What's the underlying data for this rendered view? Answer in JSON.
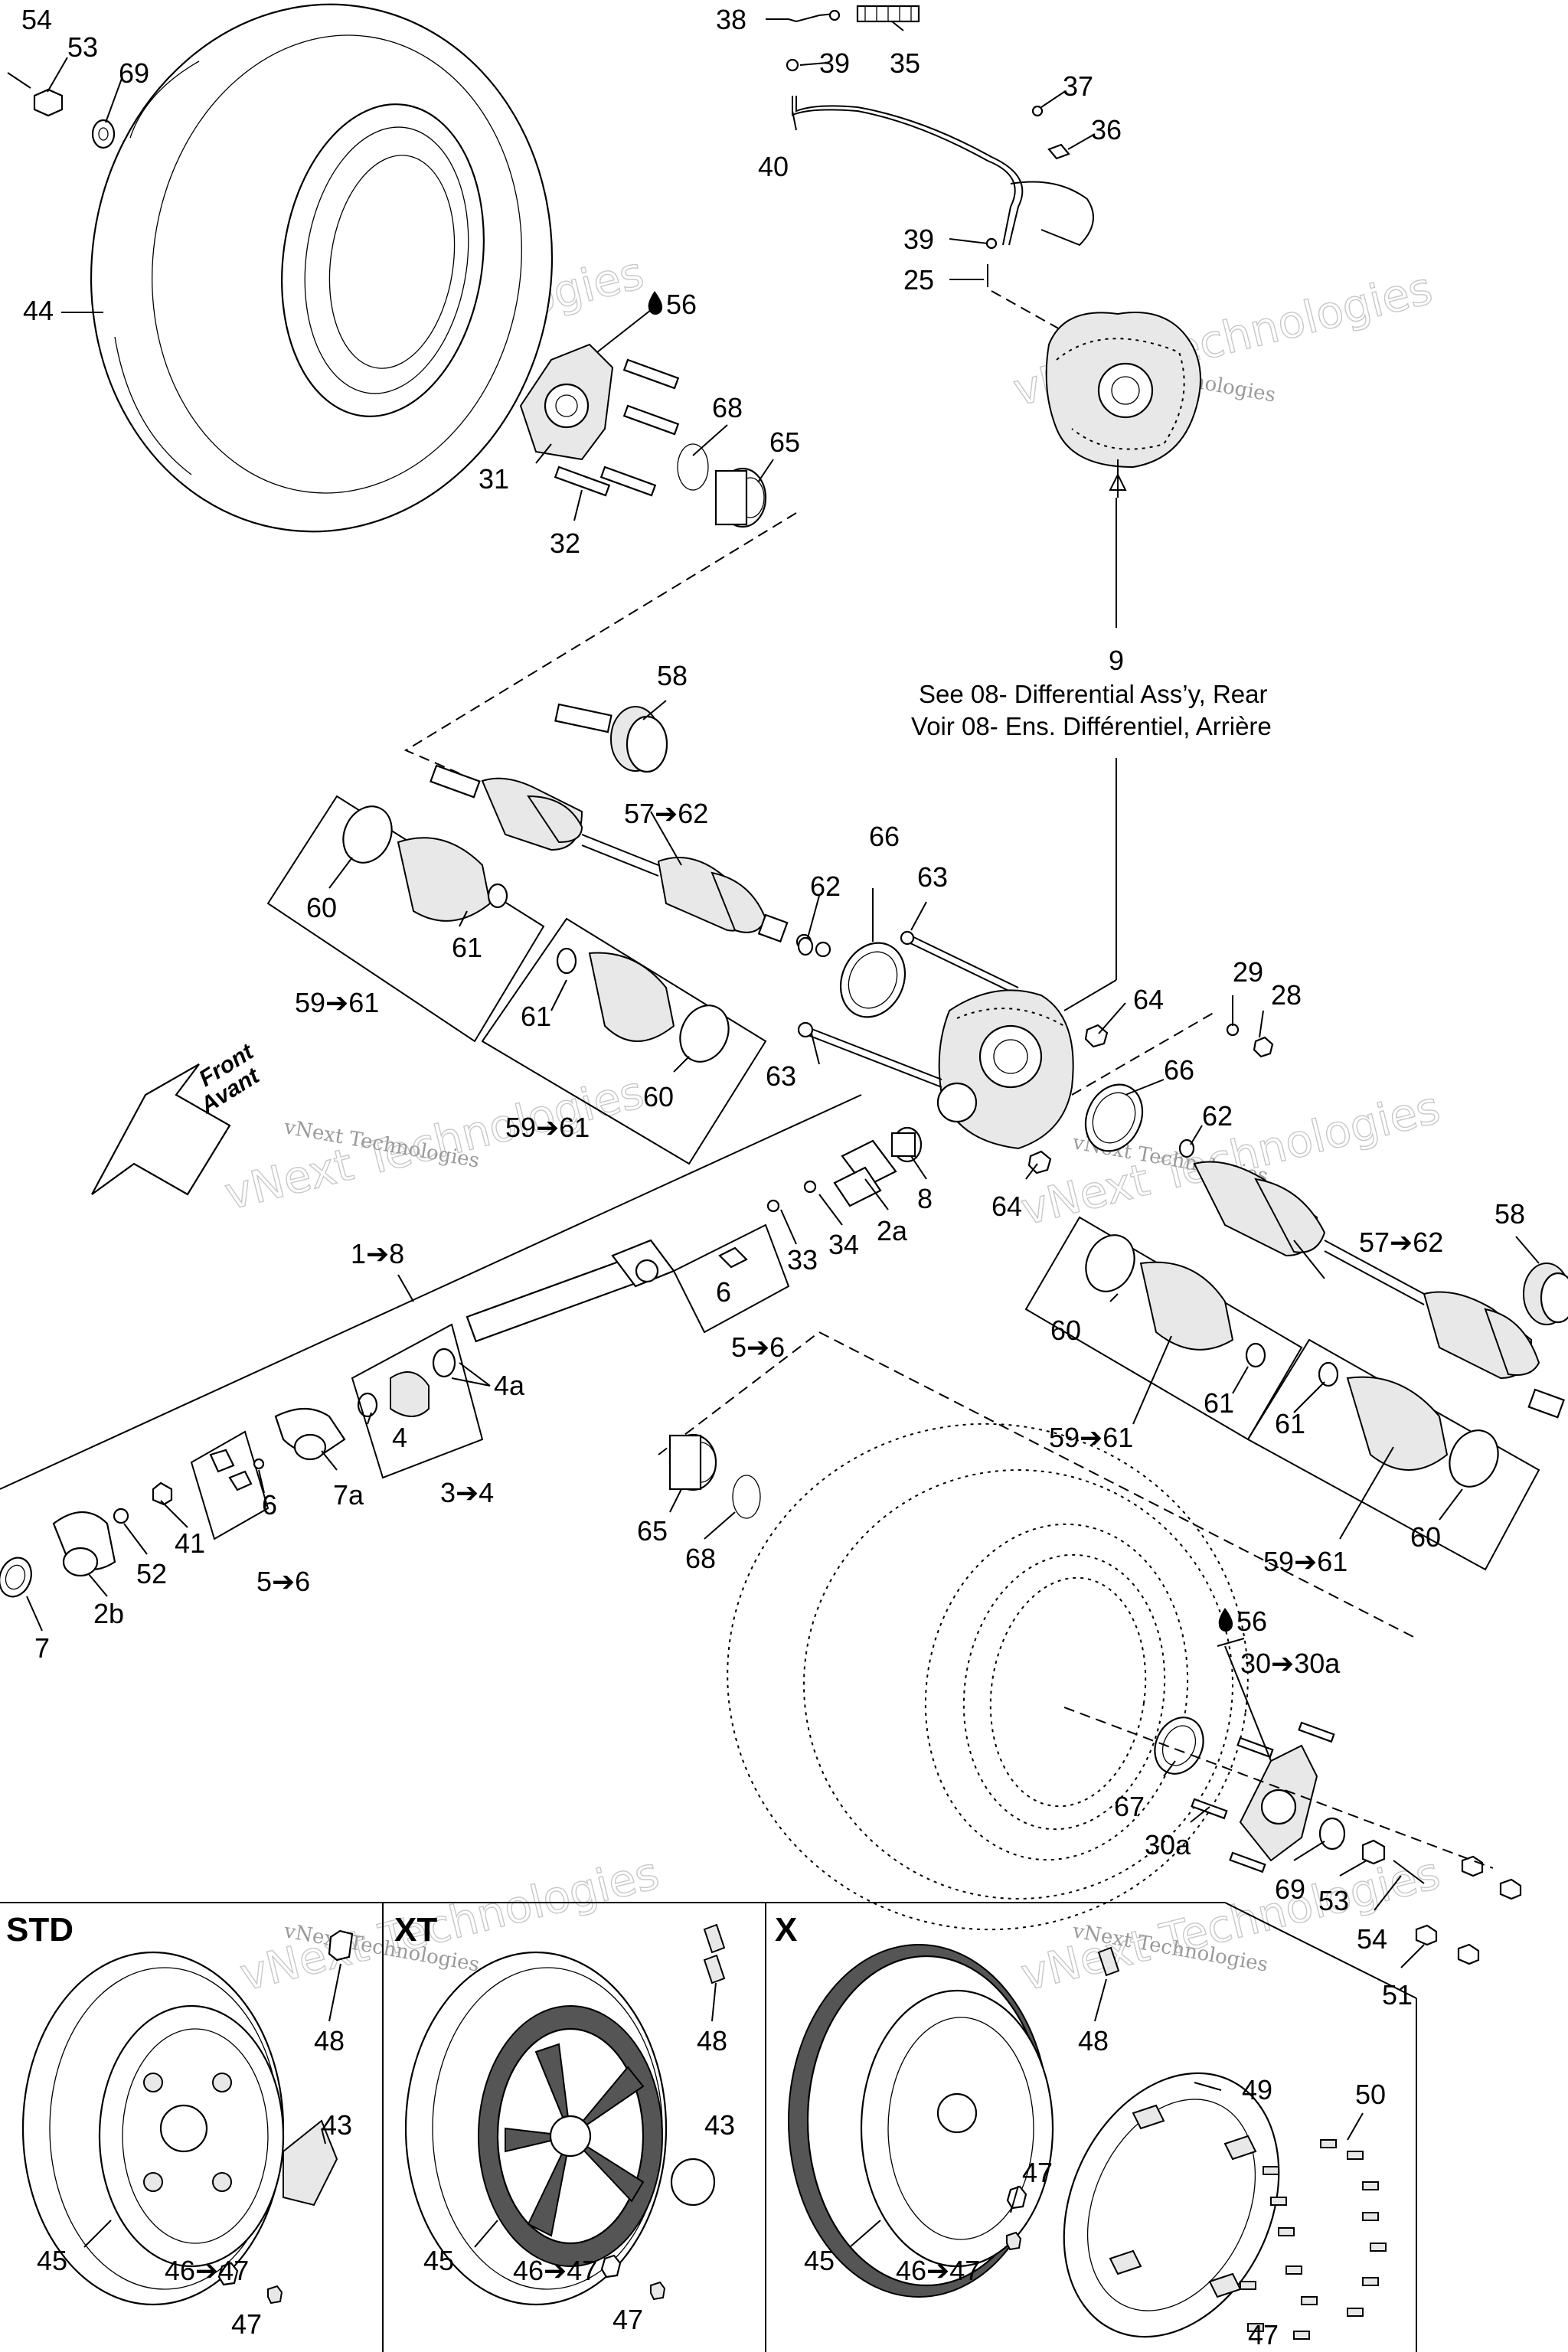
{
  "variants": {
    "std": "STD",
    "xt": "XT",
    "x": "X"
  },
  "notes": {
    "diff_ref_en": "See 08- Differential Ass’y, Rear",
    "diff_ref_fr": "Voir 08- Ens. Différentiel, Arrière",
    "front_en": "Front",
    "front_fr": "Avant"
  },
  "watermark": {
    "big": "vNext Technologies",
    "small": "vNext Technologies"
  },
  "callouts": {
    "c54a": "54",
    "c53a": "53",
    "c69a": "69",
    "c44": "44",
    "c38": "38",
    "c39a": "39",
    "c35": "35",
    "c37": "37",
    "c36": "36",
    "c40": "40",
    "c39b": "39",
    "c25": "25",
    "c56a": "56",
    "c68a": "68",
    "c65a": "65",
    "c31": "31",
    "c32": "32",
    "c9": "9",
    "c58a": "58",
    "c57a": "57➔62",
    "c66a": "66",
    "c62a": "62",
    "c63a": "63",
    "c60a": "60",
    "c61a": "61",
    "c59a": "59➔61",
    "c61b": "61",
    "c60b": "60",
    "c59b": "59➔61",
    "c29": "29",
    "c28": "28",
    "c64a": "64",
    "c63b": "63",
    "c66b": "66",
    "c62b": "62",
    "c64b": "64",
    "c8": "8",
    "c2a": "2a",
    "c34": "34",
    "c33": "33",
    "c6a": "6",
    "c56b6": "5➔6",
    "c18": "1➔8",
    "c4a": "4a",
    "c4": "4",
    "c34r": "3➔4",
    "c7a": "7a",
    "c6b": "6",
    "c41": "41",
    "c52": "52",
    "c56c": "5➔6",
    "c2b": "2b",
    "c7": "7",
    "c58b": "58",
    "c57b": "57➔62",
    "c60c": "60",
    "c61c": "61",
    "c59c": "59➔61",
    "c61d": "61",
    "c60d": "60",
    "c59d": "59➔61",
    "c65b": "65",
    "c68b": "68",
    "c56d": "56",
    "c30": "30➔30a",
    "c67": "67",
    "c30a": "30a",
    "c69b": "69",
    "c53b": "53",
    "c54b": "54",
    "c51": "51",
    "c48a": "48",
    "c43a": "43",
    "c45a": "45",
    "c4647a": "46➔47",
    "c47a": "47",
    "c48b": "48",
    "c43b": "43",
    "c45b": "45",
    "c4647b": "46➔47",
    "c47b": "47",
    "c48c": "48",
    "c49": "49",
    "c50": "50",
    "c47c": "47",
    "c45c": "45",
    "c4647c": "46➔47",
    "c47d": "47"
  }
}
